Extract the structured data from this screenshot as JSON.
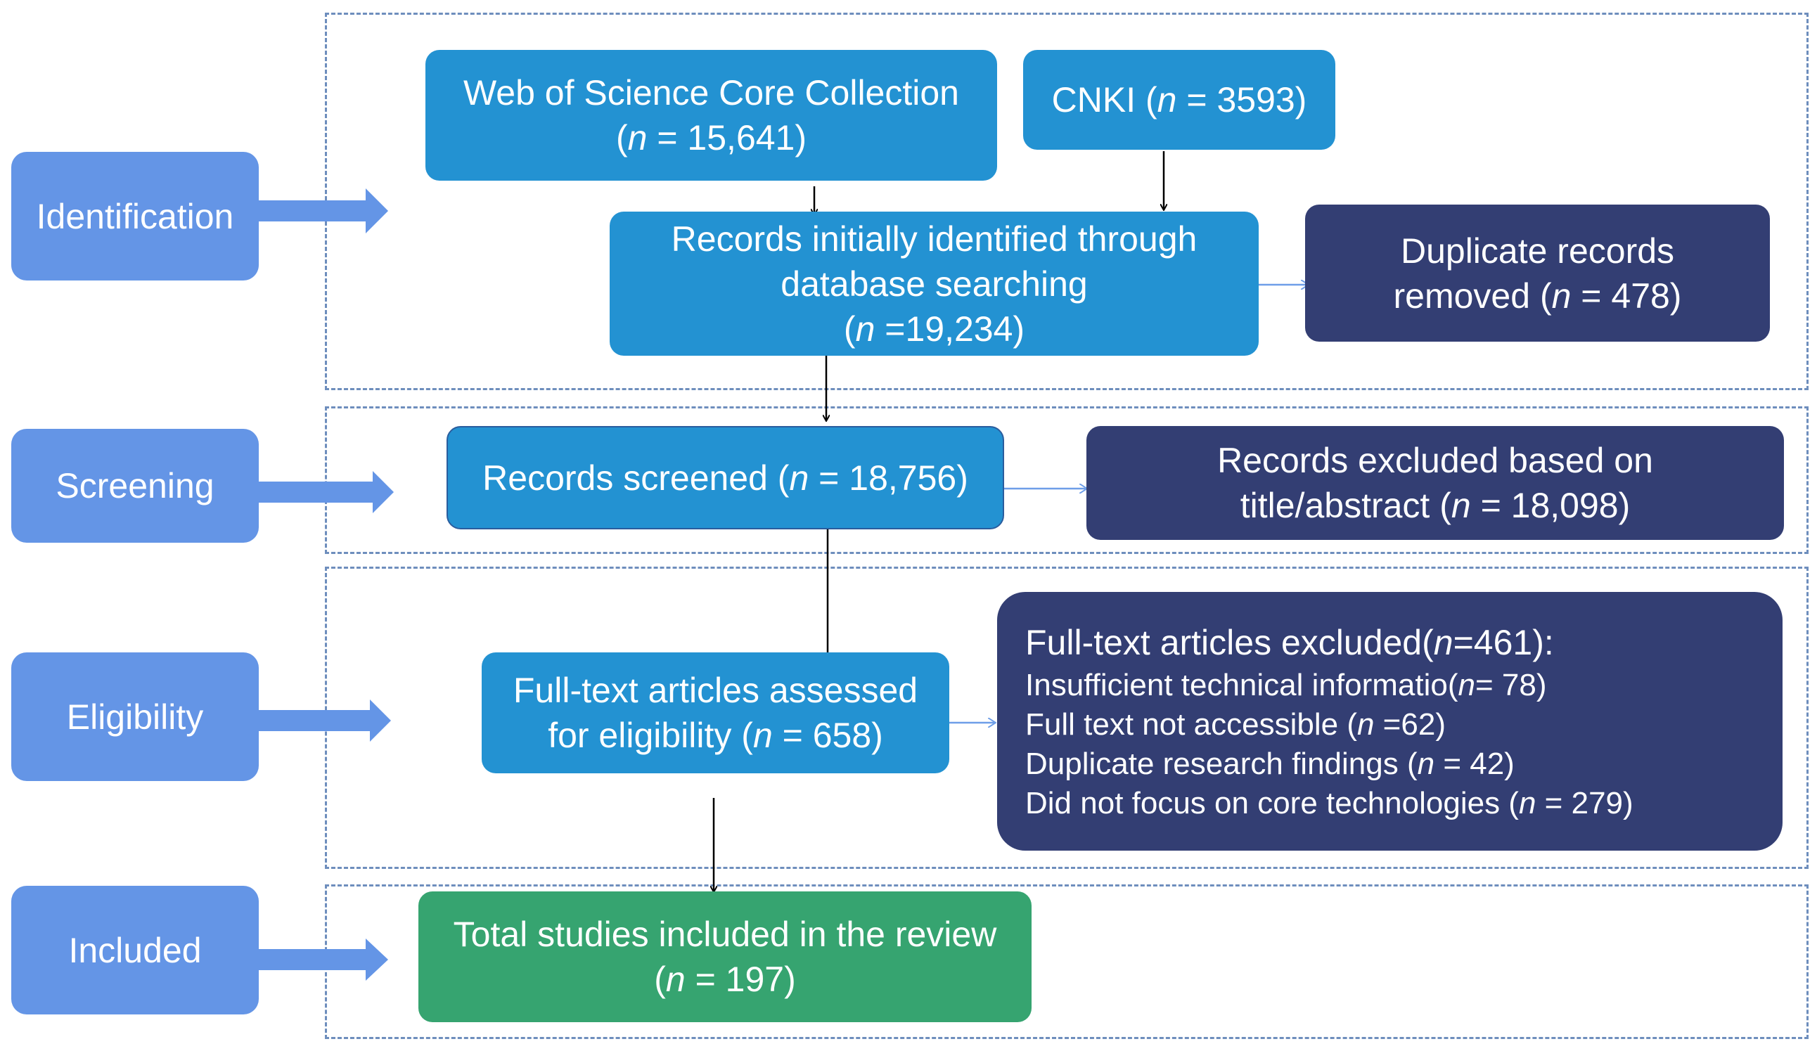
{
  "stages": {
    "identification": "Identification",
    "screening": "Screening",
    "eligibility": "Eligibility",
    "included": "Included"
  },
  "identification": {
    "wos_line1": "Web of Science Core Collection",
    "wos_open": "(",
    "wos_n": "n",
    "wos_close": " = 15,641)",
    "cnki_prefix": "CNKI (",
    "cnki_n": "n",
    "cnki_close": " = 3593)",
    "records_line1": "Records initially identified through",
    "records_line2": "database searching",
    "records_open": "(",
    "records_n": "n",
    "records_close": " =19,234)",
    "duplicates_line1": "Duplicate records",
    "duplicates_prefix": "removed (",
    "duplicates_n": "n",
    "duplicates_close": " = 478)"
  },
  "screening": {
    "screened_prefix": "Records screened (",
    "screened_n": "n",
    "screened_close": " = 18,756)",
    "excluded_line1": "Records excluded based on",
    "excluded_prefix": "title/abstract (",
    "excluded_n": "n",
    "excluded_close": " = 18,098)"
  },
  "eligibility": {
    "assessed_line1": "Full-text articles assessed",
    "assessed_prefix": "for eligibility (",
    "assessed_n": "n",
    "assessed_close": " = 658)",
    "excluded_title_prefix": "Full-text articles excluded(",
    "excluded_title_n": "n",
    "excluded_title_close": "=461):",
    "reasons": [
      {
        "prefix": "Insufficient technical informatio(",
        "n": "n",
        "close": "= 78)"
      },
      {
        "prefix": "Full text not accessible (",
        "n": "n",
        "close": " =62)"
      },
      {
        "prefix": "Duplicate research findings (",
        "n": "n",
        "close": " = 42)"
      },
      {
        "prefix": "Did not focus on core technologies (",
        "n": "n",
        "close": " = 279)"
      }
    ]
  },
  "included": {
    "total_line1": "Total studies included in the review",
    "total_open": "(",
    "total_n": "n",
    "total_close": " = 197)"
  },
  "colors": {
    "stage": "#6495e6",
    "process_box": "#2392d2",
    "exclusion_box": "#333e73",
    "included_box": "#36a470",
    "dashed_border": "#6e8ebd",
    "arrow": "#000000",
    "side_arrow": "#6e9ee8"
  }
}
